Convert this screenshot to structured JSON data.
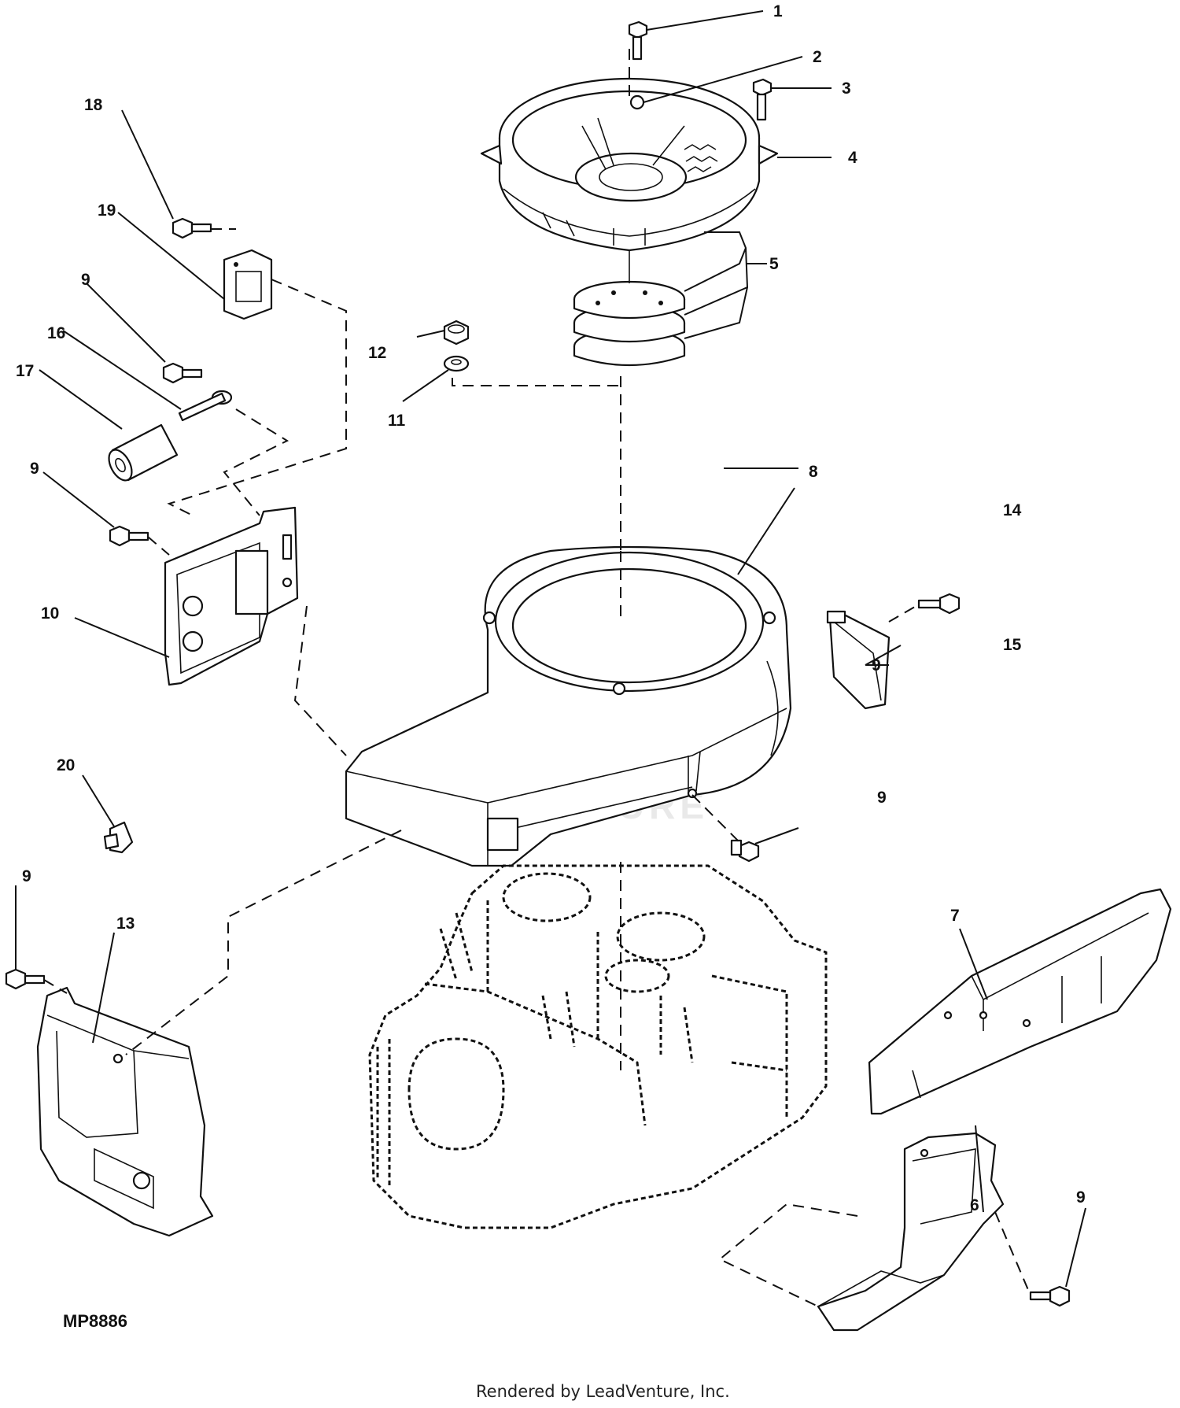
{
  "diagram": {
    "drawing_code": "MP8886",
    "footer": "Rendered by LeadVenture, Inc.",
    "watermark": "LEADVENTURE",
    "callouts": [
      {
        "id": "c1",
        "label": "1"
      },
      {
        "id": "c2",
        "label": "2"
      },
      {
        "id": "c3",
        "label": "3"
      },
      {
        "id": "c4",
        "label": "4"
      },
      {
        "id": "c5",
        "label": "5"
      },
      {
        "id": "c6",
        "label": "6"
      },
      {
        "id": "c7",
        "label": "7"
      },
      {
        "id": "c8",
        "label": "8"
      },
      {
        "id": "c9a",
        "label": "9"
      },
      {
        "id": "c9b",
        "label": "9"
      },
      {
        "id": "c9c",
        "label": "9"
      },
      {
        "id": "c9d",
        "label": "9"
      },
      {
        "id": "c9e",
        "label": "9"
      },
      {
        "id": "c9f",
        "label": "9"
      },
      {
        "id": "c10",
        "label": "10"
      },
      {
        "id": "c11",
        "label": "11"
      },
      {
        "id": "c12",
        "label": "12"
      },
      {
        "id": "c13",
        "label": "13"
      },
      {
        "id": "c14",
        "label": "14"
      },
      {
        "id": "c15",
        "label": "15"
      },
      {
        "id": "c16",
        "label": "16"
      },
      {
        "id": "c17",
        "label": "17"
      },
      {
        "id": "c18",
        "label": "18"
      },
      {
        "id": "c19",
        "label": "19"
      },
      {
        "id": "c20",
        "label": "20"
      }
    ]
  }
}
